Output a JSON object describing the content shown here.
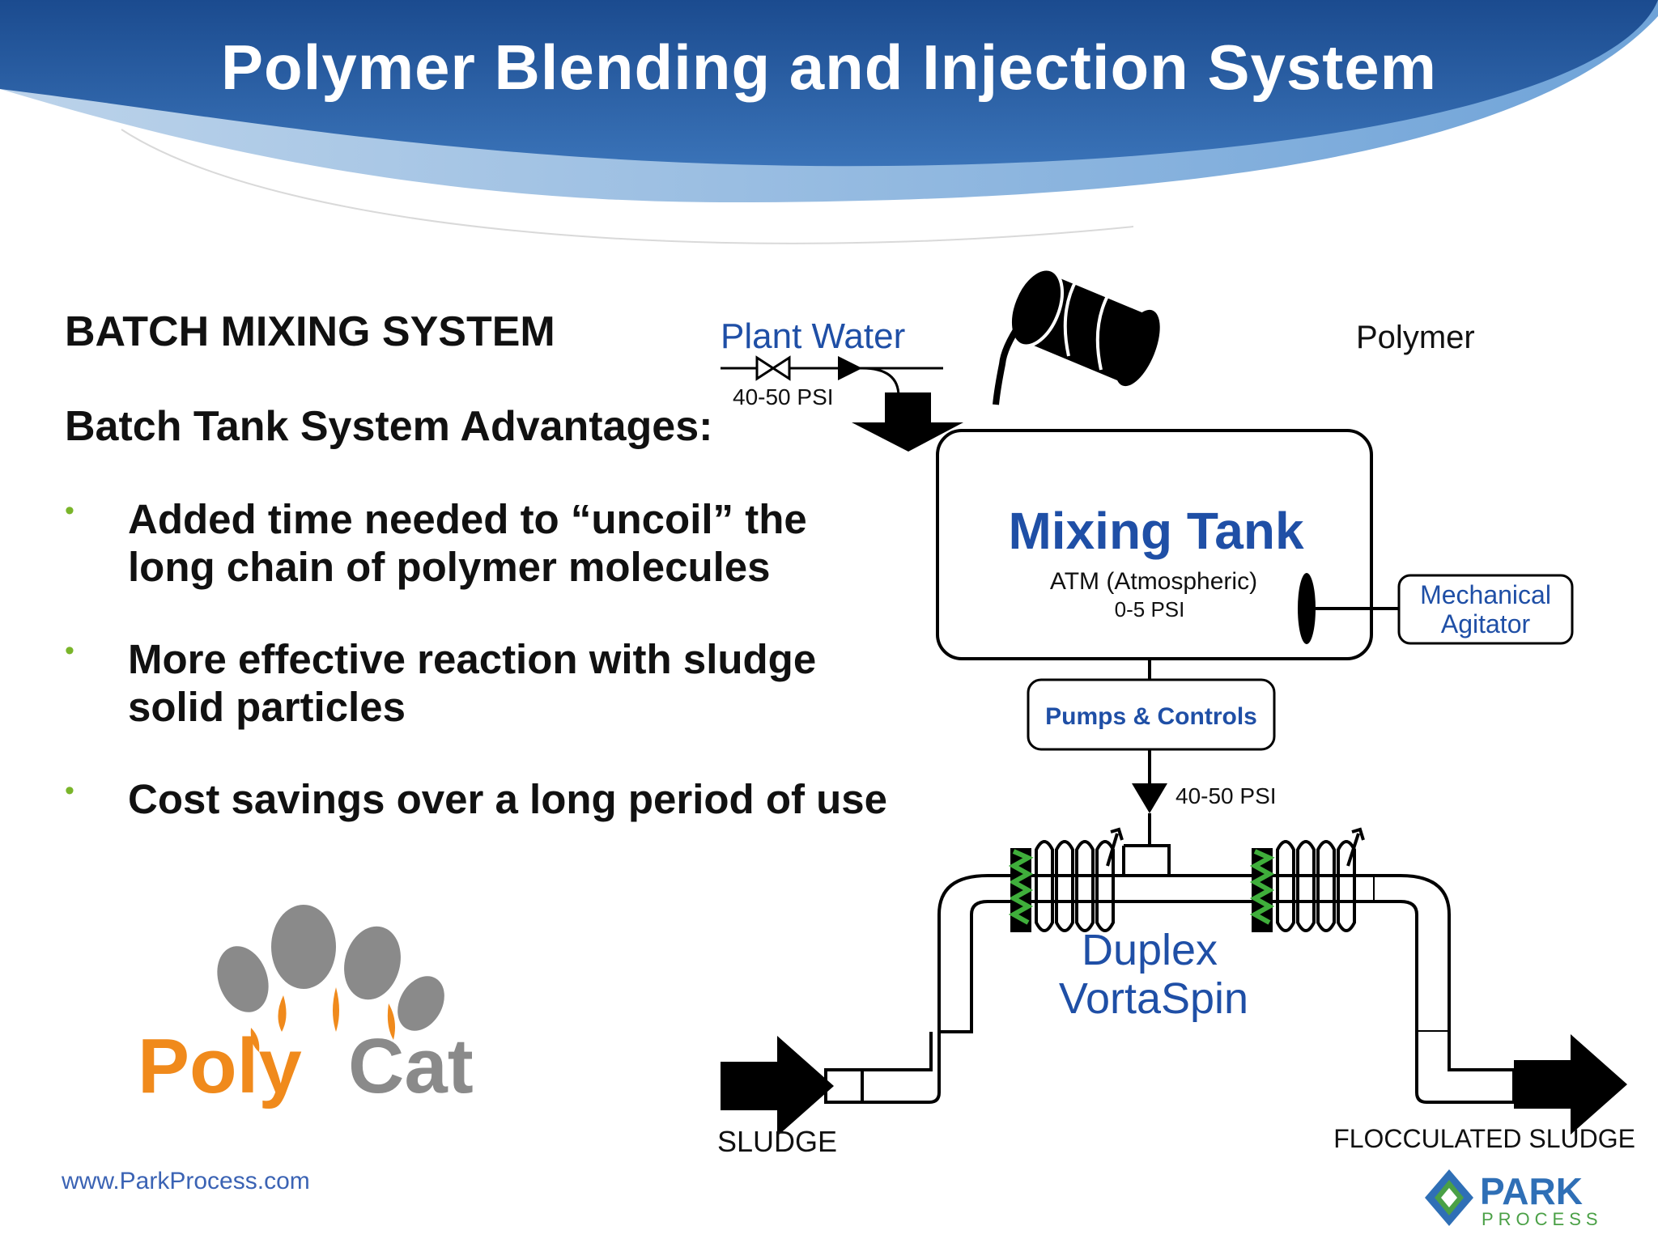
{
  "slide": {
    "title": "Polymer Blending and Injection System",
    "section_heading": "BATCH MIXING SYSTEM",
    "subheading": "Batch Tank System Advantages:",
    "bullets": [
      {
        "line1": "Added time needed to “uncoil” the",
        "line2": "long chain of polymer molecules"
      },
      {
        "line1": "More effective reaction with sludge",
        "line2": "solid particles"
      },
      {
        "line1": "Cost savings over a long period of use",
        "line2": ""
      }
    ],
    "bullet_marker": "•",
    "footer_url": "www.ParkProcess.com"
  },
  "diagram": {
    "plant_water": "Plant Water",
    "plant_water_psi": "40-50 PSI",
    "polymer": "Polymer",
    "mixing_tank": "Mixing Tank",
    "tank_type": "ATM (Atmospheric)",
    "tank_psi": "0-5 PSI",
    "agitator_line1": "Mechanical",
    "agitator_line2": "Agitator",
    "pumps": "Pumps & Controls",
    "pump_psi": "40-50 PSI",
    "duplex_line1": "Duplex",
    "duplex_line2": "VortaSpin",
    "sludge_in": "SLUDGE",
    "sludge_out": "FLOCCULATED SLUDGE"
  },
  "logos": {
    "polycat_part1": "Poly",
    "polycat_part2": "Cat",
    "park_line1": "PARK",
    "park_line2": "PROCESS"
  },
  "colors": {
    "banner_dark": "#1d4f96",
    "banner_light": "#5f9ad4",
    "diagram_blue": "#1f4fa6",
    "bullet_green": "#7ab52a",
    "polycat_orange": "#f08a1c",
    "polycat_grey": "#8a8a8a",
    "park_blue": "#2f6fb6",
    "park_green": "#4aa046"
  }
}
